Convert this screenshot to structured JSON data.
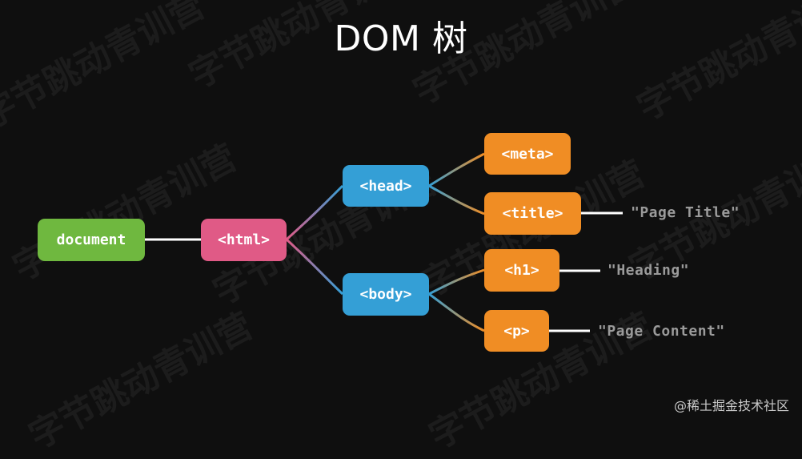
{
  "title": "DOM 树",
  "watermark": "字节跳动青训营",
  "credit": "@稀土掘金技术社区",
  "nodes": {
    "document": "document",
    "html": "<html>",
    "head": "<head>",
    "body": "<body>",
    "meta": "<meta>",
    "title": "<title>",
    "h1": "<h1>",
    "p": "<p>"
  },
  "text_nodes": {
    "page_title": "\"Page Title\"",
    "heading": "\"Heading\"",
    "page_content": "\"Page Content\""
  },
  "colors": {
    "background": "#0f0f0f",
    "document": "#6fb83f",
    "html": "#e05a86",
    "head_body": "#349fd6",
    "leaf": "#f08d24",
    "text_node": "#9a9a9a"
  }
}
